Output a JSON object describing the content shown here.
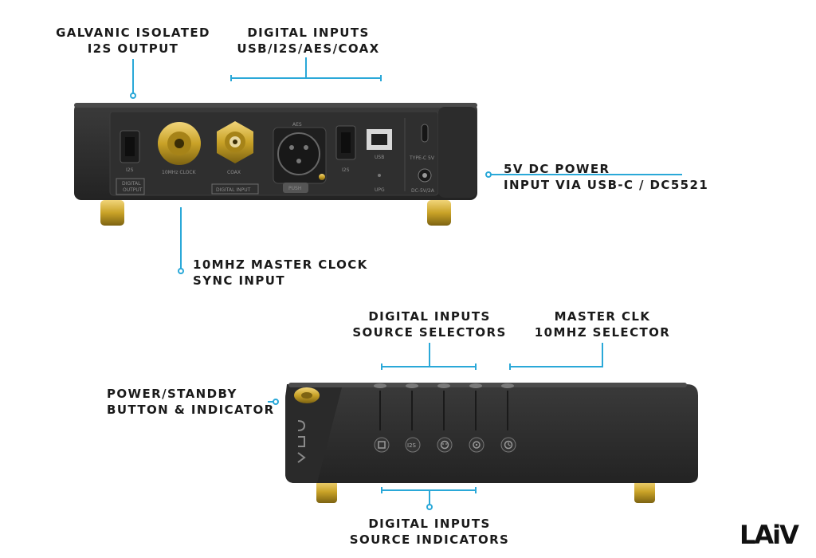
{
  "callouts": {
    "galvanic": [
      "GALVANIC ISOLATED",
      "I2S OUTPUT"
    ],
    "digital_inputs": [
      "DIGITAL INPUTS",
      "USB/I2S/AES/COAX"
    ],
    "dc_power": [
      "5V DC POWER",
      "INPUT VIA USB-C / DC5521"
    ],
    "master_clock": [
      "10MHZ MASTER CLOCK",
      "SYNC INPUT"
    ],
    "source_selectors": [
      "DIGITAL INPUTS",
      "SOURCE SELECTORS"
    ],
    "master_clk_selector": [
      "MASTER CLK",
      "10MHZ SELECTOR"
    ],
    "power_standby": [
      "POWER/STANDBY",
      "BUTTON & INDICATOR"
    ],
    "source_indicators": [
      "DIGITAL INPUTS",
      "SOURCE INDICATORS"
    ]
  },
  "rear_panel": {
    "i2s_out_label": "I2S",
    "digital_output_label": [
      "DIGITAL",
      "OUTPUT"
    ],
    "clock_label": "10MHz CLOCK",
    "coax_label": "COAX",
    "aes_label": "AES",
    "push_label": "PUSH",
    "i2s_in_label": "I2S",
    "usb_label": "USB",
    "upg_label": "UPG",
    "typec_label": "TYPE-C 5V",
    "dc_label": "DC-5V/2A",
    "digital_input_label": "DIGITAL INPUT"
  },
  "front_panel": {
    "indicator_i2s": "I2S"
  },
  "brand": "LAiV",
  "colors": {
    "accent": "#2aa8d8",
    "device": "#2b2b2b",
    "gold": "#c9a227"
  }
}
